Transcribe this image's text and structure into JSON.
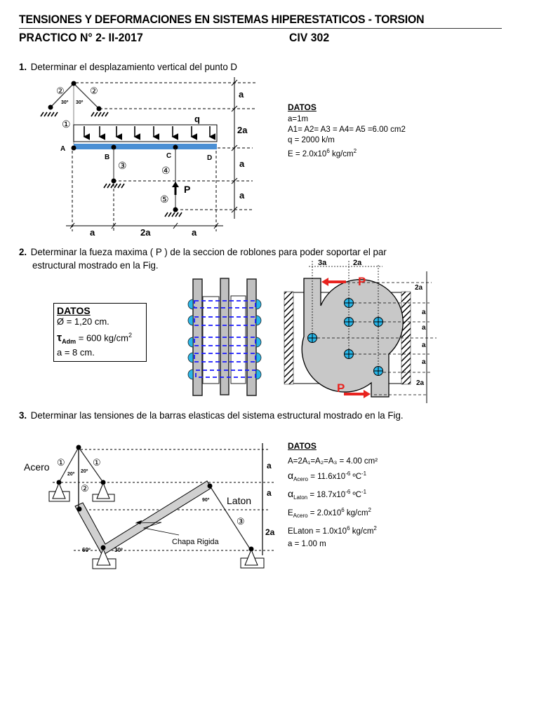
{
  "header": {
    "title": "TENSIONES Y DEFORMACIONES EN SISTEMAS HIPERESTATICOS - TORSION",
    "practico": "PRACTICO N° 2- II-2017",
    "course": "CIV 302"
  },
  "problems": [
    {
      "number": "1.",
      "text": "Determinar el desplazamiento vertical del punto D",
      "datos_title": "DATOS",
      "datos": [
        "a=1m",
        "A1= A2= A3 = A4= A5 =6.00 cm2",
        "q = 2000 k/m"
      ],
      "datos_E": {
        "prefix": "E = 2.0x10",
        "exp": "6",
        "suffix": " kg/cm",
        "unit_exp": "2"
      },
      "figure": {
        "points": [
          "A",
          "B",
          "C",
          "D"
        ],
        "bars": [
          "①",
          "②",
          "②",
          "③",
          "④",
          "⑤"
        ],
        "angles": [
          "30º",
          "30º"
        ],
        "load_label": "q",
        "force_label": "P",
        "vertical_dims": [
          "a",
          "2a",
          "a",
          "a"
        ],
        "horizontal_dims": [
          "a",
          "2a",
          "a"
        ]
      }
    },
    {
      "number": "2.",
      "text_line1": "Determinar la fueza maxima ( P ) de la seccion de roblones para poder soportar el par",
      "text_line2": "estructural mostrado en la Fig.",
      "datos_title": "DATOS",
      "datos_diam": "Ø = 1,20 cm.",
      "datos_tau": {
        "symbol": "τ",
        "sub": "Adm",
        "value": " = 600 kg/cm",
        "exp": "2"
      },
      "datos_a": "a = 8 cm.",
      "figure": {
        "force_label": "P",
        "top_dims": [
          "3a",
          "2a"
        ],
        "right_dims": [
          "2a",
          "a",
          "a",
          "a",
          "a",
          "2a"
        ],
        "rivet_count": 6
      }
    },
    {
      "number": "3.",
      "text": "Determinar las tensiones de la barras elasticas del sistema estructural mostrado en la Fig.",
      "datos_title": "DATOS",
      "datos_A": "A=2A₁=A₂=A₃ = 4.00 cm²",
      "datos_alpha_acero": {
        "sym": "α",
        "sub": "Acero",
        "value": " = 11.6x10",
        "exp": "-6",
        "unit": " ºC",
        "unit_exp": "-1"
      },
      "datos_alpha_laton": {
        "sym": "α",
        "sub": "Laton",
        "value": " = 18.7x10",
        "exp": "-6",
        "unit": " ºC",
        "unit_exp": "-1"
      },
      "datos_E_acero": {
        "sym": "E",
        "sub": "Acero",
        "value": " = 2.0x10",
        "exp": "6",
        "unit": " kg/cm",
        "unit_exp": "2"
      },
      "datos_E_laton": {
        "value": "ELaton = 1.0x10",
        "exp": "6",
        "unit": " kg/cm",
        "unit_exp": "2"
      },
      "datos_a": "a = 1.00 m",
      "figure": {
        "label_acero": "Acero",
        "label_laton": "Laton",
        "label_chapa": "Chapa Rigida",
        "bars": [
          "①",
          "①",
          "②",
          "③"
        ],
        "angles": [
          "20º",
          "20º",
          "90º",
          "60º",
          "30º"
        ],
        "dims": [
          "a",
          "a",
          "2a"
        ]
      }
    }
  ],
  "colors": {
    "beam": "#4a8fd4",
    "rivet": "#29b6e8",
    "force": "#e8231f",
    "plate": "#c8c8c8",
    "dash_blue": "#1a1aff"
  }
}
